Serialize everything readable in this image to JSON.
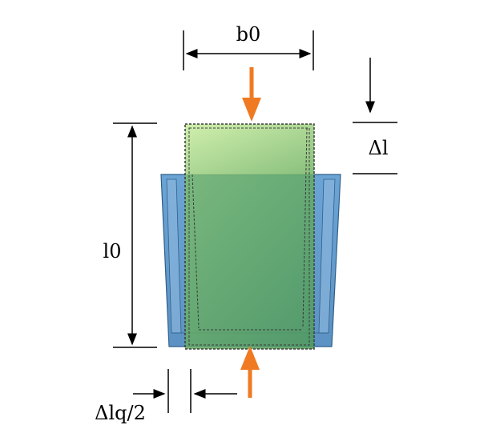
{
  "labels": {
    "width": "b0",
    "length": "l0",
    "delta_length": "Δl",
    "lateral_change": "Δlq/2"
  },
  "colors": {
    "compressed_fill_top": "#a9c98a",
    "compressed_fill_side": "#6d9bc4",
    "original_fill_top": "#c6e6a2",
    "original_fill_bottom": "#5fa85a",
    "force_arrow": "#f07a22",
    "dim_line": "#000000"
  }
}
